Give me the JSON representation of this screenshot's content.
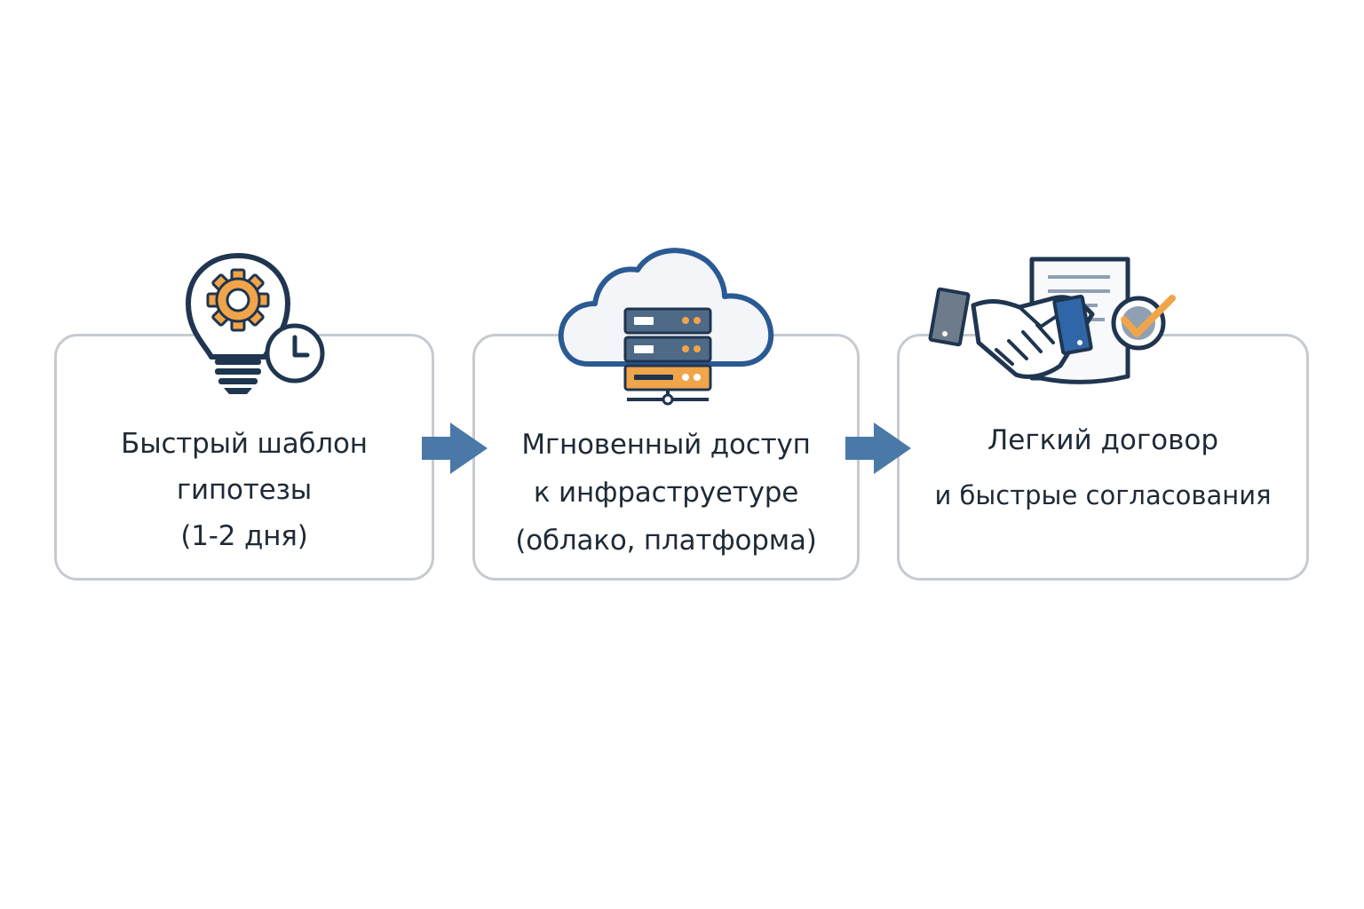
{
  "colors": {
    "card_border": "#c5cbd1",
    "text": "#1f2a36",
    "arrow": "#4a79a8",
    "accent_orange": "#f0a54a",
    "icon_navy": "#1f3550",
    "cloud_outline": "#2a5a93"
  },
  "steps": [
    {
      "icon": "lightbulb-gear-clock-icon",
      "lines": [
        "Быстрый шаблон",
        "гипотезы",
        "(1-2 дня)"
      ]
    },
    {
      "icon": "cloud-server-icon",
      "lines": [
        "Мгновенный доступ",
        "к инфраструетуре",
        "(облако, платформа)"
      ]
    },
    {
      "icon": "handshake-contract-check-icon",
      "lines": [
        "Легкий договор",
        "и быстрые согласования"
      ]
    }
  ],
  "connectors": [
    "arrow-right-icon",
    "arrow-right-icon"
  ]
}
